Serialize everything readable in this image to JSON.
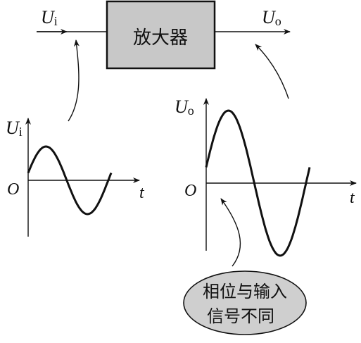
{
  "amplifier": {
    "label": "放大器",
    "box_fill": "#c8c8c8"
  },
  "input_signal": {
    "symbol": "U",
    "subscript": "i"
  },
  "output_signal": {
    "symbol": "U",
    "subscript": "o"
  },
  "input_graph": {
    "y_symbol": "U",
    "y_subscript": "i",
    "origin_label": "O",
    "x_label": "t"
  },
  "output_graph": {
    "y_symbol": "U",
    "y_subscript": "o",
    "origin_label": "O",
    "x_label": "t"
  },
  "callout": {
    "line1": "相位与输入",
    "line2": "信号不同",
    "fill": "#cfcfcf"
  },
  "colors": {
    "ink": "#111111",
    "background": "#ffffff"
  }
}
